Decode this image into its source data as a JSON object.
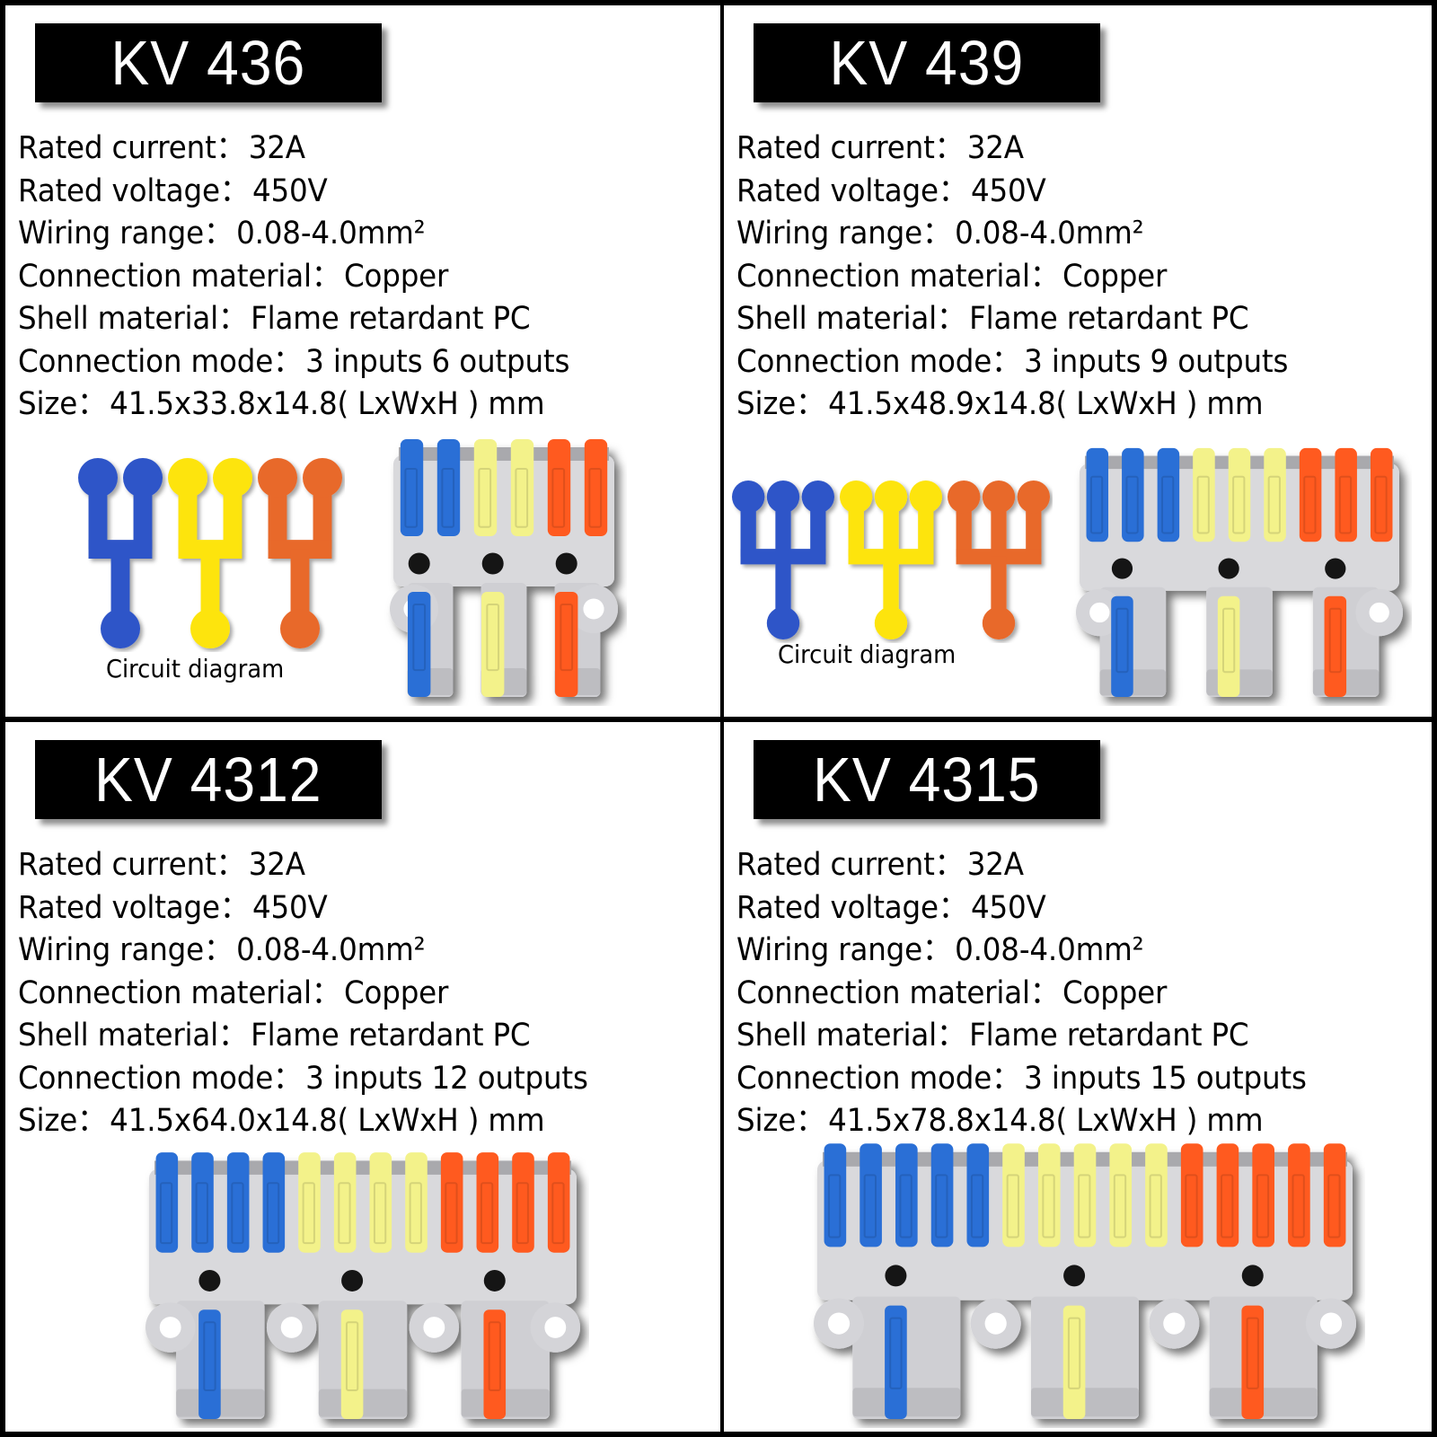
{
  "colors": {
    "blue": "#2a6fd6",
    "diagram_blue": "#2f55c8",
    "yellow_lever": "#f3f28a",
    "diagram_yellow": "#fde40a",
    "orange_lever": "#ff5a1f",
    "diagram_orange": "#e8692a",
    "body_gray": "#d9d9dc",
    "border": "#000000"
  },
  "panels": [
    {
      "model": "KV 436",
      "specs": [
        {
          "label": "Rated current",
          "value": "32A"
        },
        {
          "label": "Rated voltage",
          "value": "450V"
        },
        {
          "label": "Wiring range",
          "value": "0.08-4.0mm²"
        },
        {
          "label": "Connection material",
          "value": "Copper"
        },
        {
          "label": "Shell material",
          "value": "Flame retardant PC"
        },
        {
          "label": "Connection mode",
          "value": "3 inputs 6 outputs"
        },
        {
          "label": "Size",
          "value": "41.5x33.8x14.8( LxWxH ) mm"
        }
      ],
      "diagram_caption": "Circuit diagram",
      "inputs": 3,
      "outputs": 6
    },
    {
      "model": "KV 439",
      "specs": [
        {
          "label": "Rated current",
          "value": "32A"
        },
        {
          "label": "Rated voltage",
          "value": "450V"
        },
        {
          "label": "Wiring range",
          "value": "0.08-4.0mm²"
        },
        {
          "label": "Connection material",
          "value": "Copper"
        },
        {
          "label": "Shell material",
          "value": "Flame retardant PC"
        },
        {
          "label": "Connection mode",
          "value": "3 inputs 9 outputs"
        },
        {
          "label": "Size",
          "value": "41.5x48.9x14.8( LxWxH ) mm"
        }
      ],
      "diagram_caption": "Circuit diagram",
      "inputs": 3,
      "outputs": 9
    },
    {
      "model": "KV 4312",
      "specs": [
        {
          "label": "Rated current",
          "value": "32A"
        },
        {
          "label": "Rated voltage",
          "value": "450V"
        },
        {
          "label": "Wiring range",
          "value": "0.08-4.0mm²"
        },
        {
          "label": "Connection material",
          "value": "Copper"
        },
        {
          "label": "Shell material",
          "value": "Flame retardant PC"
        },
        {
          "label": "Connection mode",
          "value": "3 inputs 12 outputs"
        },
        {
          "label": "Size",
          "value": "41.5x64.0x14.8( LxWxH ) mm"
        }
      ],
      "inputs": 3,
      "outputs": 12
    },
    {
      "model": "KV 4315",
      "specs": [
        {
          "label": "Rated current",
          "value": "32A"
        },
        {
          "label": "Rated voltage",
          "value": "450V"
        },
        {
          "label": "Wiring range",
          "value": "0.08-4.0mm²"
        },
        {
          "label": "Connection material",
          "value": "Copper"
        },
        {
          "label": "Shell material",
          "value": "Flame retardant PC"
        },
        {
          "label": "Connection mode",
          "value": "3 inputs 15 outputs"
        },
        {
          "label": "Size",
          "value": "41.5x78.8x14.8( LxWxH ) mm"
        }
      ],
      "inputs": 3,
      "outputs": 15
    }
  ]
}
